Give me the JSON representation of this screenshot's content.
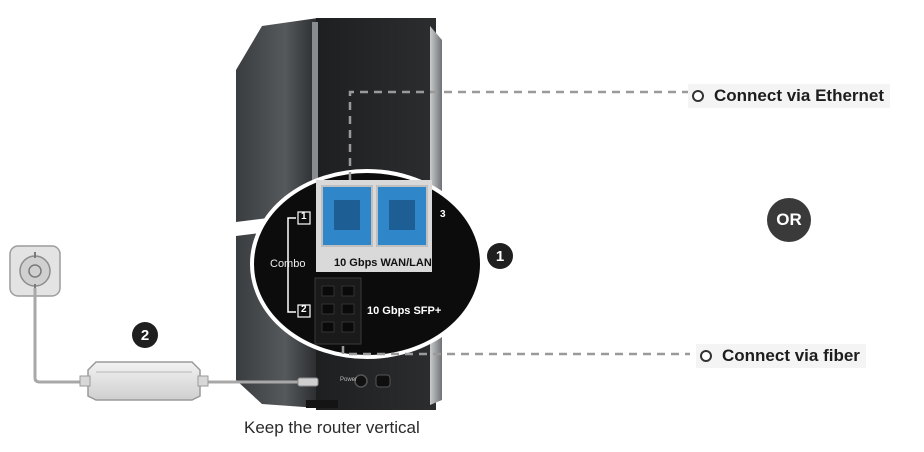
{
  "callouts": {
    "ethernet": "Connect via Ethernet",
    "fiber": "Connect via fiber",
    "or": "OR"
  },
  "steps": {
    "step1": "1",
    "step2": "2"
  },
  "ports": {
    "combo": "Combo",
    "combo_port_1": "1",
    "combo_port_2": "2",
    "port_3": "3",
    "wan_lan": "10 Gbps WAN/LAN",
    "sfp": "10 Gbps SFP+",
    "power": "Power"
  },
  "caption": "Keep the router vertical",
  "colors": {
    "port_blue": "#2f86c9",
    "router_body": "#2b2b2b",
    "dashed_line": "#9a9a9a"
  }
}
